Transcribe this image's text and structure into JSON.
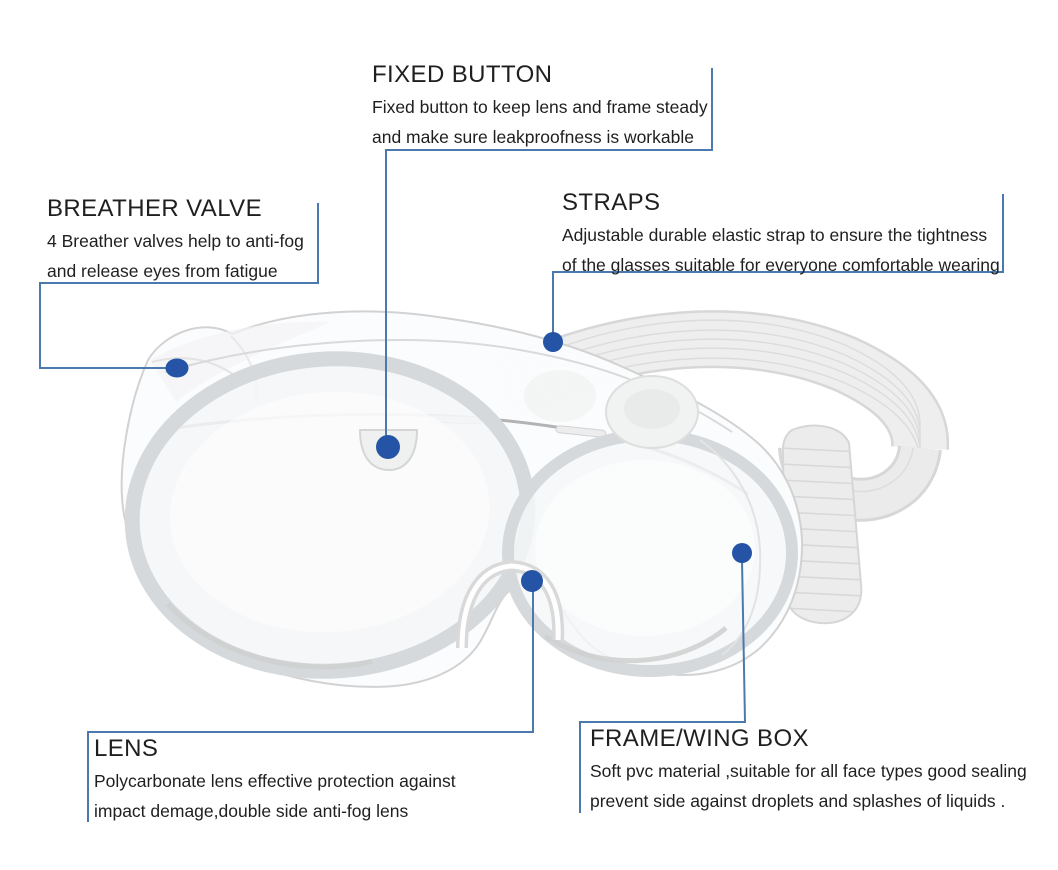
{
  "figure": {
    "subject": "Clear protective safety goggles with elastic strap",
    "style": "annotated product diagram on white background"
  },
  "colors": {
    "connector_line": "#4b79ae",
    "callout_dot": "#2553a6",
    "text": "#1f1f1f"
  },
  "callouts": {
    "fixed_button": {
      "heading": "FIXED BUTTON",
      "line1": "Fixed button to keep lens and frame steady",
      "line2": "and make sure leakproofness is workable"
    },
    "breather_valve": {
      "heading": "BREATHER VALVE",
      "line1": "4 Breather valves help to anti-fog",
      "line2": "and release eyes from fatigue"
    },
    "straps": {
      "heading": "STRAPS",
      "line1": "Adjustable durable elastic strap to ensure the tightness",
      "line2": "of the glasses suitable for everyone comfortable wearing"
    },
    "lens": {
      "heading": "LENS",
      "line1": "Polycarbonate lens effective protection against",
      "line2": "impact demage,double side anti-fog lens"
    },
    "frame_wing_box": {
      "heading": "FRAME/WING BOX",
      "line1": "Soft pvc material ,suitable for all face types good sealing",
      "line2": "prevent side against droplets and splashes of liquids ."
    }
  }
}
